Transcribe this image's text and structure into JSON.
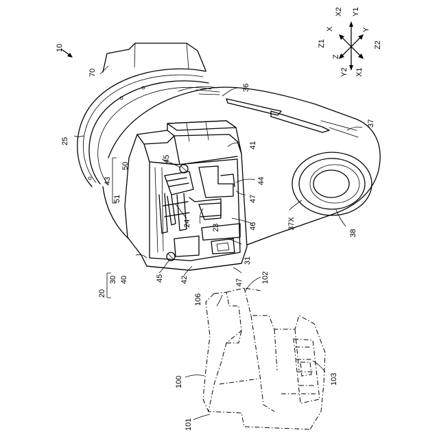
{
  "figure": {
    "assembly_label": "10",
    "axes": {
      "x": "X",
      "x1": "X1",
      "x2": "X2",
      "y": "Y",
      "y1": "Y1",
      "y2": "Y2",
      "z": "Z",
      "z1": "Z1",
      "z2": "Z2"
    },
    "labels": {
      "l70": "70",
      "l36": "36",
      "l37": "37",
      "l25": "25",
      "l41": "41",
      "l45a": "45",
      "l50": "50",
      "l43": "43",
      "l51": "51",
      "l44": "44",
      "l47a": "47",
      "l24": "24",
      "l23": "23",
      "l46": "46",
      "l37x": "37X",
      "l38": "38",
      "l31": "31",
      "l30": "30",
      "l40": "40",
      "l20": "20",
      "l45b": "45",
      "l42": "42",
      "l47b": "47",
      "l102": "102",
      "l106": "106",
      "l100": "100",
      "l103": "103",
      "l101": "101"
    }
  }
}
